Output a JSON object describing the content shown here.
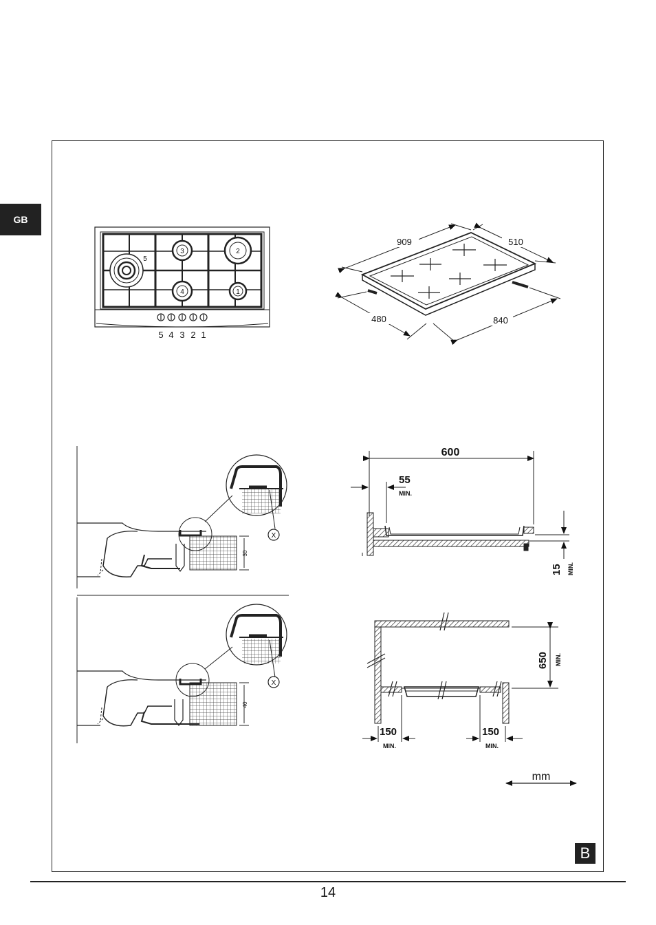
{
  "lang_tab": "GB",
  "hob_top": {
    "burner_labels": [
      "5",
      "3",
      "2",
      "4",
      "1"
    ],
    "knob_labels": [
      "5",
      "4",
      "3",
      "2",
      "1"
    ]
  },
  "hob_iso": {
    "dim_width": "909",
    "dim_depth": "510",
    "dim_cutout_depth": "480",
    "dim_cutout_width": "840"
  },
  "section_details": {
    "label_x_top": "X",
    "label_x_bottom": "X",
    "dim_top": "30",
    "dim_bottom": "40"
  },
  "side_clearance": {
    "dim_600": "600",
    "dim_55": "55",
    "dim_55_min": "MIN.",
    "dim_15": "15",
    "dim_15_min": "MIN."
  },
  "cabinet_clearance": {
    "dim_650": "650",
    "dim_650_min": "MIN.",
    "dim_150_left": "150",
    "dim_150_left_min": "MIN.",
    "dim_150_right": "150",
    "dim_150_right_min": "MIN."
  },
  "units": "mm",
  "figure_label": "B",
  "page_number": "14"
}
